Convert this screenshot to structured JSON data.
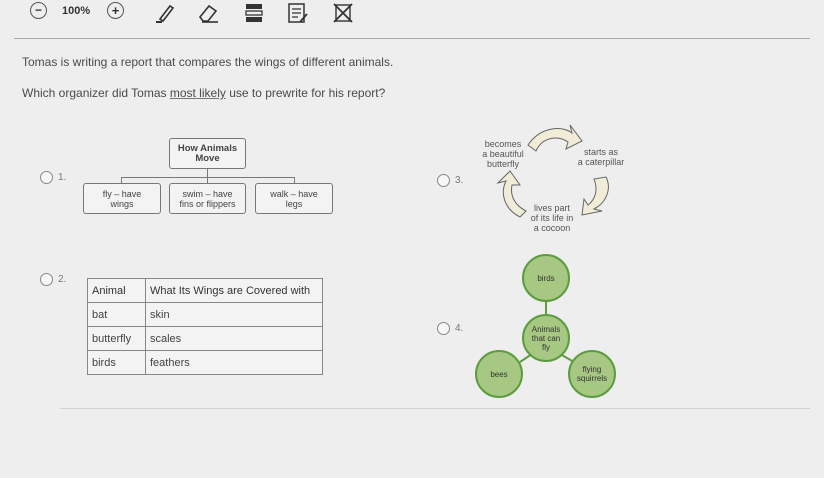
{
  "toolbar": {
    "zoom_out_glyph": "−",
    "zoom_level": "100%",
    "zoom_in_glyph": "+",
    "icons": [
      "zoom-out-icon",
      "zoom-in-icon",
      "highlighter-icon",
      "eraser-icon",
      "line-reader-icon",
      "notepad-icon",
      "answer-eliminator-icon"
    ]
  },
  "question": {
    "stem": "Tomas is writing a report that compares the wings of different animals.",
    "prompt_before": "Which organizer did Tomas ",
    "prompt_emphasis": "most likely",
    "prompt_after": " use to prewrite for his report?"
  },
  "options": {
    "opt1": {
      "number": "1.",
      "title_line1": "How Animals",
      "title_line2": "Move",
      "fly_line1": "fly – have",
      "fly_line2": "wings",
      "swim_line1": "swim – have",
      "swim_line2": "fins or flippers",
      "walk_line1": "walk – have",
      "walk_line2": "legs"
    },
    "opt2": {
      "number": "2.",
      "headers": [
        "Animal",
        "What Its Wings are Covered with"
      ],
      "rows": [
        [
          "bat",
          "skin"
        ],
        [
          "butterfly",
          "scales"
        ],
        [
          "birds",
          "feathers"
        ]
      ]
    },
    "opt3": {
      "number": "3.",
      "becomes_line1": "becomes",
      "becomes_line2": "a beautiful",
      "becomes_line3": "butterfly",
      "starts_line1": "starts as",
      "starts_line2": "a caterpillar",
      "lives_line1": "lives part",
      "lives_line2": "of its life in",
      "lives_line3": "a cocoon"
    },
    "opt4": {
      "number": "4.",
      "center_line1": "Animals",
      "center_line2": "that can",
      "center_line3": "fly",
      "top": "birds",
      "left": "bees",
      "right_line1": "flying",
      "right_line2": "squirrels"
    }
  }
}
